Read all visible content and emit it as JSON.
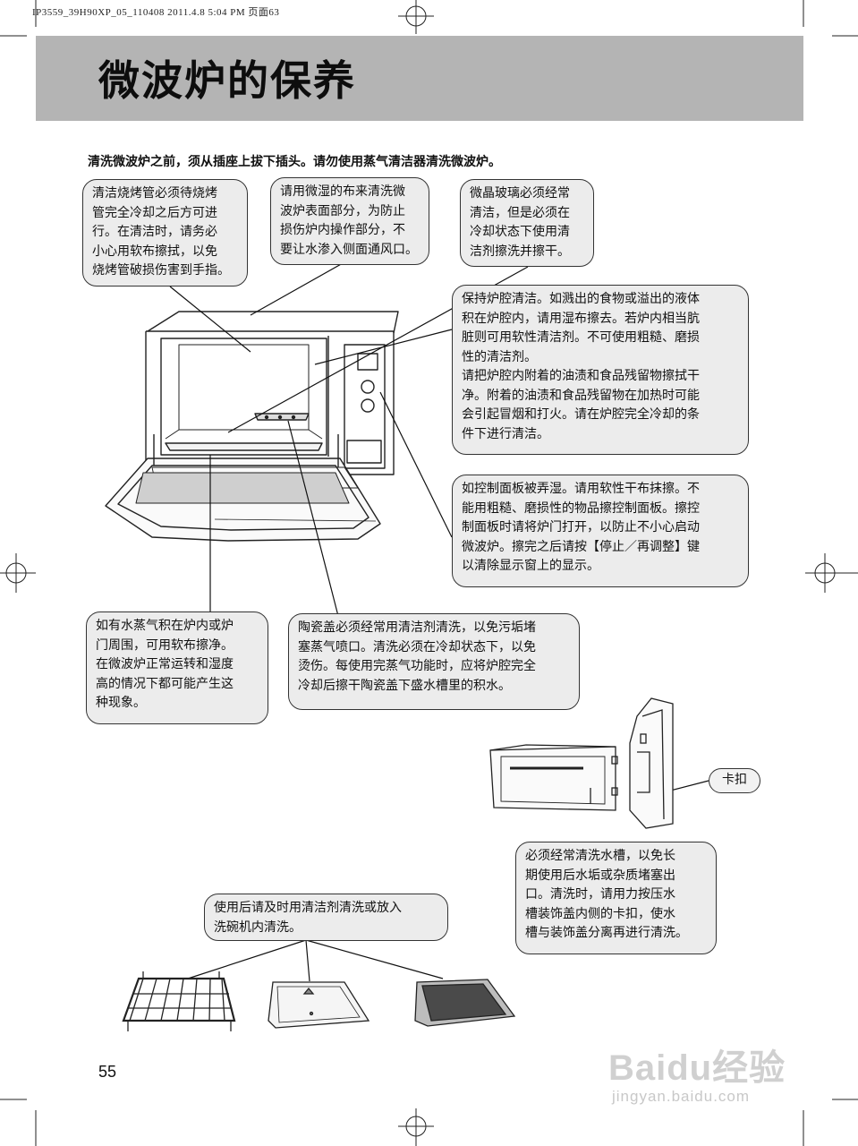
{
  "print_header": "IP3559_39H90XP_05_110408  2011.4.8 5:04 PM 页面63",
  "title": "微波炉的保养",
  "intro": "清洗微波炉之前，须从插座上拔下插头。请勿使用蒸气清洁器清洗微波炉。",
  "bubbles": {
    "heater": [
      "清洁烧烤管必须待烧烤",
      "管完全冷却之后方可进",
      "行。在清洁时，请务必",
      "小心用软布擦拭，以免",
      "烧烤管破损伤害到手指。"
    ],
    "surface": [
      "请用微湿的布来清洗微",
      "波炉表面部分，为防止",
      "损伤炉内操作部分，不",
      "要让水渗入侧面通风口。"
    ],
    "glass": [
      "微晶玻璃必须经常",
      "清洁，但是必须在",
      "冷却状态下使用清",
      "洁剂擦洗并擦干。"
    ],
    "cavity": [
      "保持炉腔清洁。如溅出的食物或溢出的液体",
      "积在炉腔内，请用湿布擦去。若炉内相当肮",
      "脏则可用软性清洁剂。不可使用粗糙、磨损",
      "性的清洁剂。",
      "请把炉腔内附着的油渍和食品残留物擦拭干",
      "净。附着的油渍和食品残留物在加热时可能",
      "会引起冒烟和打火。请在炉腔完全冷却的条",
      "件下进行清洁。"
    ],
    "panel": [
      "如控制面板被弄湿。请用软性干布抹擦。不",
      "能用粗糙、磨损性的物品擦控制面板。擦控",
      "制面板时请将炉门打开，以防止不小心启动",
      "微波炉。擦完之后请按【停止／再调整】键",
      "以清除显示窗上的显示。"
    ],
    "steam": [
      "如有水蒸气积在炉内或炉",
      "门周围，可用软布擦净。",
      "在微波炉正常运转和湿度",
      "高的情况下都可能产生这",
      "种现象。"
    ],
    "ceramic": [
      "陶瓷盖必须经常用清洁剂清洗，以免污垢堵",
      "塞蒸气喷口。清洗必须在冷却状态下，以免",
      "烫伤。每使用完蒸气功能时，应将炉腔完全",
      "冷却后擦干陶瓷盖下盛水槽里的积水。"
    ],
    "tank": [
      "必须经常清洗水槽，以免长",
      "期使用后水垢或杂质堵塞出",
      "口。清洗时，请用力按压水",
      "槽装饰盖内侧的卡扣，使水",
      "槽与装饰盖分离再进行清洗。"
    ],
    "accessories": [
      "使用后请及时用清洁剂清洗或放入",
      "洗碗机内清洗。"
    ]
  },
  "clip_label": "卡扣",
  "page_number": "55",
  "watermark": {
    "brand": "Baidu经验",
    "url": "jingyan.baidu.com"
  }
}
